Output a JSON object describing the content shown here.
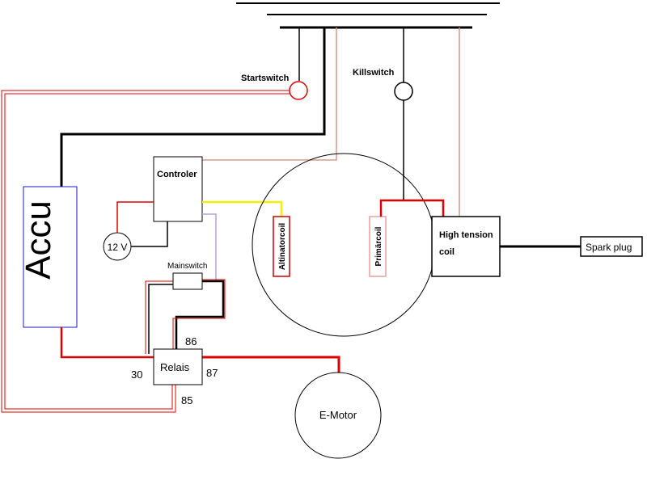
{
  "labels": {
    "startswitch": "Startswitch",
    "killswitch": "Killswitch",
    "controler": "Controler",
    "accu": "Accu",
    "battery_12v": "12 V",
    "mainswitch": "Mainswitch",
    "relais": "Relais",
    "terminal_30": "30",
    "terminal_85": "85",
    "terminal_86": "86",
    "terminal_87": "87",
    "altinatorcoil": "Altinatorcoil",
    "primarcoil": "Primärcoil",
    "high_tension_line1": "High tension",
    "high_tension_line2": "coil",
    "spark_plug": "Spark plug",
    "e_motor": "E-Motor"
  },
  "wire_colors": {
    "black": "#000000",
    "red": "#dd0000",
    "pink": "#d99a8a",
    "yellow": "#f5f000",
    "lilac": "#b8a0d8",
    "accu_border": "#1a1acc",
    "coil_red": "#cc0000",
    "coil_pink": "#e0a0a0"
  }
}
